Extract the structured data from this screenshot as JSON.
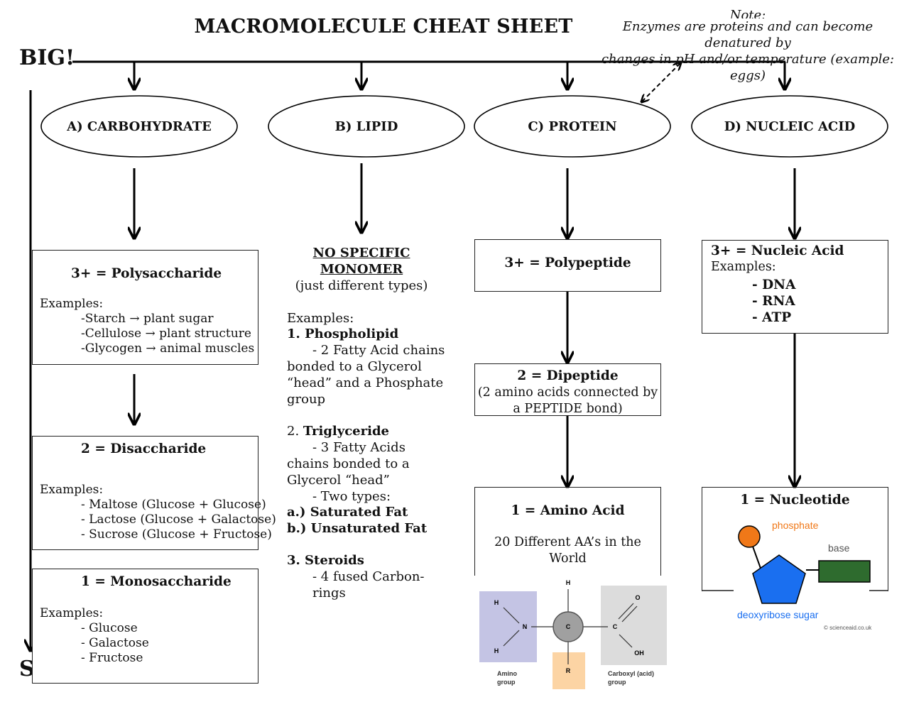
{
  "title": "MACROMOLECULE CHEAT SHEET",
  "note": {
    "heading": "Note:",
    "line1": "Enzymes are proteins and can become denatured by",
    "line2": "changes in pH and/or temperature (example: eggs)"
  },
  "scale": {
    "big": "BIG!",
    "small": "Small"
  },
  "categories": {
    "carbohydrate": "A) CARBOHYDRATE",
    "lipid": "B) LIPID",
    "protein": "C) PROTEIN",
    "nucleic": "D) NUCLEIC ACID"
  },
  "carbohydrate": {
    "poly": {
      "title": "3+ = Polysaccharide",
      "examples_label": "Examples:",
      "items": [
        "-Starch → plant sugar",
        "-Cellulose → plant structure",
        "-Glycogen → animal muscles"
      ]
    },
    "di": {
      "title": "2 = Disaccharide",
      "examples_label": "Examples:",
      "items": [
        "- Maltose (Glucose + Glucose)",
        "- Lactose (Glucose + Galactose)",
        "- Sucrose  (Glucose + Fructose)"
      ]
    },
    "mono": {
      "title": "1 = Monosaccharide",
      "examples_label": "Examples:",
      "items": [
        "- Glucose",
        "- Galactose",
        "- Fructose"
      ]
    }
  },
  "lipid": {
    "heading1": "NO SPECIFIC",
    "heading2": "MONOMER",
    "sub": "(just different types)",
    "examples_label": "Examples:",
    "phospholipid": {
      "num": "1.",
      "name": "Phospholipid",
      "lines": [
        "- 2 Fatty Acid chains",
        "bonded to a Glycerol",
        "“head” and a Phosphate",
        "group"
      ]
    },
    "triglyceride": {
      "num": "2.",
      "name": "Triglyceride",
      "lines": [
        "- 3 Fatty Acids",
        "chains bonded to a",
        "Glycerol “head”",
        "- Two types:"
      ],
      "types": [
        "a.) Saturated Fat",
        "b.) Unsaturated Fat"
      ]
    },
    "steroids": {
      "name": "3. Steroids",
      "lines": [
        "- 4 fused Carbon-",
        "rings"
      ]
    }
  },
  "protein": {
    "poly": "3+ = Polypeptide",
    "di_title": "2 = Dipeptide",
    "di_line1": "(2 amino acids connected by",
    "di_line2": "a PEPTIDE bond)",
    "amino_title": "1 = Amino Acid",
    "amino_line1": "20 Different AA’s in the",
    "amino_line2": "World",
    "diagram": {
      "h_top": "H",
      "h1": "H",
      "h2": "H",
      "n": "N",
      "c_center": "C",
      "c_right": "C",
      "o": "O",
      "oh": "OH",
      "r": "R",
      "amino_label1": "Amino",
      "amino_label2": "group",
      "carboxyl_label1": "Carboxyl (acid)",
      "carboxyl_label2": "group"
    }
  },
  "nucleic": {
    "title": "3+ = Nucleic Acid",
    "examples_label": "Examples:",
    "items": [
      "- DNA",
      "- RNA",
      "- ATP"
    ],
    "nucleotide_title": "1 = Nucleotide",
    "diagram": {
      "phosphate": "phosphate",
      "base": "base",
      "sugar": "deoxyribose sugar",
      "credit": "© scienceaid.co.uk"
    }
  },
  "colors": {
    "phosphate": "#f07818",
    "sugar": "#1a6ff0",
    "base": "#2e6b2e",
    "amino_group": "#c4c4e4",
    "r_group": "#fcd4a4",
    "carboxyl_group": "#dcdcdc",
    "carbon_atom": "#a0a0a0"
  }
}
